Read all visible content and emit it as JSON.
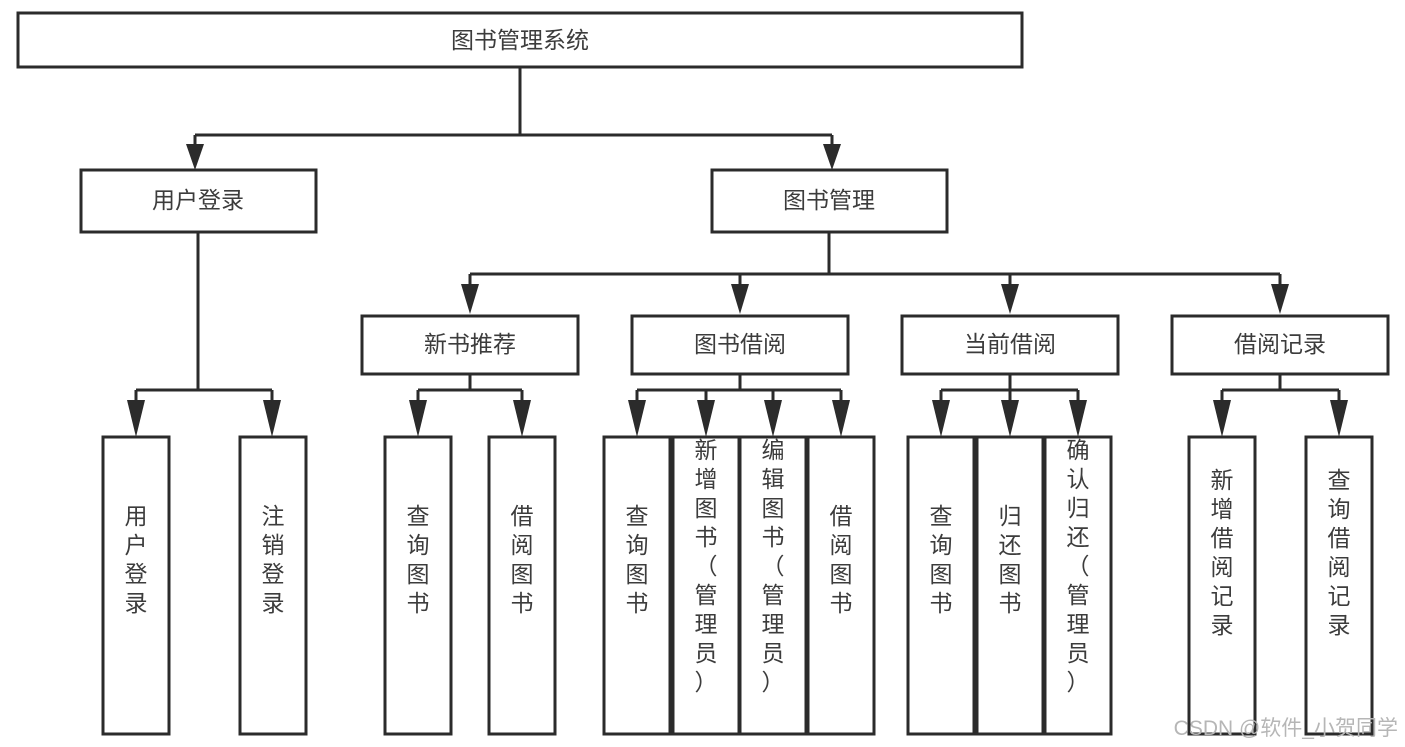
{
  "diagram": {
    "title": "图书管理系统",
    "type": "hierarchy-tree",
    "watermark": "CSDN @软件_小贺同学",
    "colors": {
      "box_stroke": "#2b2b2b",
      "box_fill": "#ffffff",
      "text": "#3c3c3c",
      "connector": "#2b2b2b",
      "watermark": "#b6b6b6",
      "background": "#ffffff"
    },
    "root": {
      "label": "图书管理系统"
    },
    "level2": [
      {
        "label": "用户登录"
      },
      {
        "label": "图书管理"
      }
    ],
    "level3": [
      {
        "label": "新书推荐"
      },
      {
        "label": "图书借阅"
      },
      {
        "label": "当前借阅"
      },
      {
        "label": "借阅记录"
      }
    ],
    "leaves": {
      "user_login": [
        {
          "label": "用户登录"
        },
        {
          "label": "注销登录"
        }
      ],
      "new_book_recommend": [
        {
          "label": "查询图书"
        },
        {
          "label": "借阅图书"
        }
      ],
      "book_borrow": [
        {
          "label": "查询图书"
        },
        {
          "label": "新增图书（管理员）"
        },
        {
          "label": "编辑图书（管理员）"
        },
        {
          "label": "借阅图书"
        }
      ],
      "current_borrow": [
        {
          "label": "查询图书"
        },
        {
          "label": "归还图书"
        },
        {
          "label": "确认归还（管理员）"
        }
      ],
      "borrow_record": [
        {
          "label": "新增借阅记录"
        },
        {
          "label": "查询借阅记录"
        }
      ]
    }
  }
}
